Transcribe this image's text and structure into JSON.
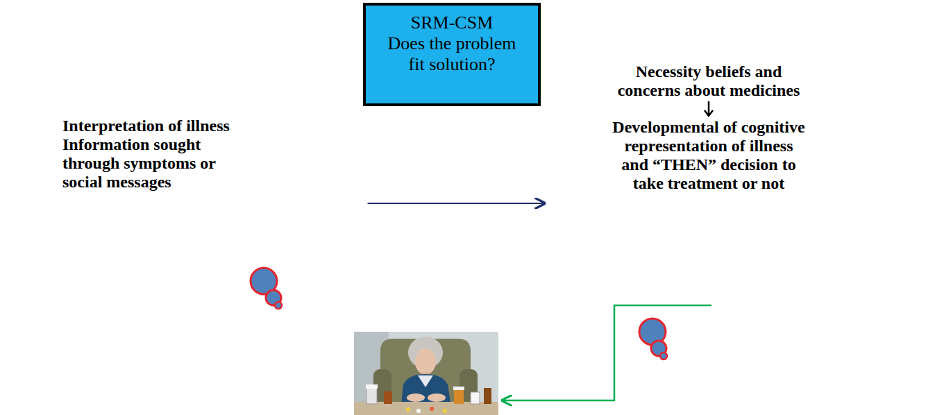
{
  "diagram": {
    "nodes": [
      {
        "text": [
          "SRM-CSM",
          "Does the problem fit solution?"
        ]
      },
      {
        "text": [
          "Interpretation of illness",
          "Information sought through symptoms or social messages"
        ]
      },
      {
        "text": [
          "Necessity beliefs and concerns about medicines",
          "Developmental of cognitive representation of illness and “THEN” decision to take treatment or not"
        ]
      }
    ],
    "edges": [
      {
        "from": 1,
        "to": 2,
        "arrow": "to"
      }
    ]
  }
}
